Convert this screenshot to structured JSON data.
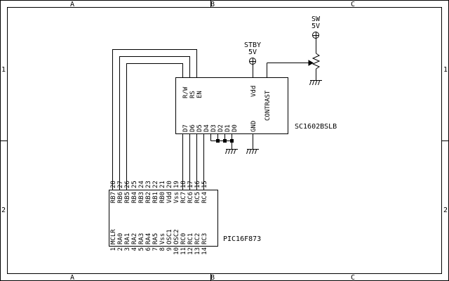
{
  "frame": {
    "col_labels": [
      "A",
      "B",
      "C"
    ],
    "row_labels": [
      "1",
      "2"
    ]
  },
  "lcd": {
    "part": "SC1602BSLB",
    "left_pins": [
      "R/W",
      "RS",
      "EN"
    ],
    "vdd": "Vdd",
    "contrast": "CONTRAST",
    "gnd": "GND",
    "data_pins": [
      "D7",
      "D6",
      "D5",
      "D4",
      "D3",
      "D2",
      "D1",
      "D0"
    ]
  },
  "power": {
    "stby_name": "STBY",
    "stby_volt": "5V",
    "sw_name": "SW",
    "sw_volt": "5V"
  },
  "pic": {
    "part": "PIC16F873",
    "top_names": [
      "RB7",
      "RB6",
      "RB5",
      "RB4",
      "RB3",
      "RB2",
      "RB1",
      "RB0",
      "Vdd",
      "Vss",
      "RC7",
      "RC6",
      "RC5",
      "RC4"
    ],
    "top_nums": [
      "28",
      "27",
      "26",
      "25",
      "24",
      "23",
      "22",
      "21",
      "20",
      "19",
      "18",
      "17",
      "16",
      "15"
    ],
    "bottom_names": [
      "MCLR",
      "RA0",
      "RA1",
      "RA2",
      "RA3",
      "RA4",
      "RA5",
      "Vss",
      "OSC1",
      "OSC2",
      "RC0",
      "RC1",
      "RC2",
      "RC3"
    ],
    "bottom_nums": [
      "1",
      "2",
      "3",
      "4",
      "5",
      "6",
      "7",
      "8",
      "9",
      "10",
      "11",
      "12",
      "13",
      "14"
    ]
  }
}
